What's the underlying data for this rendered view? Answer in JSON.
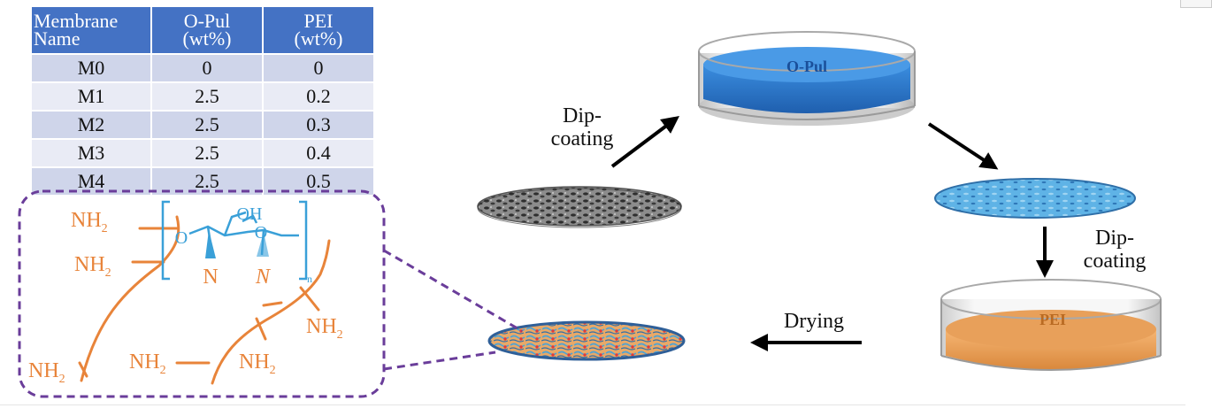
{
  "table": {
    "headers": [
      {
        "line1": "Membrane",
        "line2": "Name"
      },
      {
        "line1": "O-Pul",
        "line2": "(wt%)"
      },
      {
        "line1": "PEI",
        "line2": "(wt%)"
      }
    ],
    "rows": [
      [
        "M0",
        "0",
        "0"
      ],
      [
        "M1",
        "2.5",
        "0.2"
      ],
      [
        "M2",
        "2.5",
        "0.3"
      ],
      [
        "M3",
        "2.5",
        "0.4"
      ],
      [
        "M4",
        "2.5",
        "0.5"
      ]
    ]
  },
  "steps": {
    "dip_coating_1": {
      "line1": "Dip-",
      "line2": "coating"
    },
    "dip_coating_2": {
      "line1": "Dip-",
      "line2": "coating"
    },
    "drying": "Drying"
  },
  "dishes": {
    "opul": "O-Pul",
    "pei": "PEI"
  },
  "structure": {
    "nh2": "NH",
    "nh2_sub": "2",
    "oh": "OH",
    "o": "O",
    "n": "N",
    "n_sub": "n"
  },
  "colors": {
    "header_blue": "#4472c4",
    "row_dark": "#cfd5ea",
    "row_light": "#e9ebf5",
    "opul_blue": "#2f7fd6",
    "pei_orange": "#f2a65a",
    "chain_orange": "#e8843a",
    "pullulan_blue": "#3aa0d8",
    "dash_purple": "#6a3d9a"
  }
}
